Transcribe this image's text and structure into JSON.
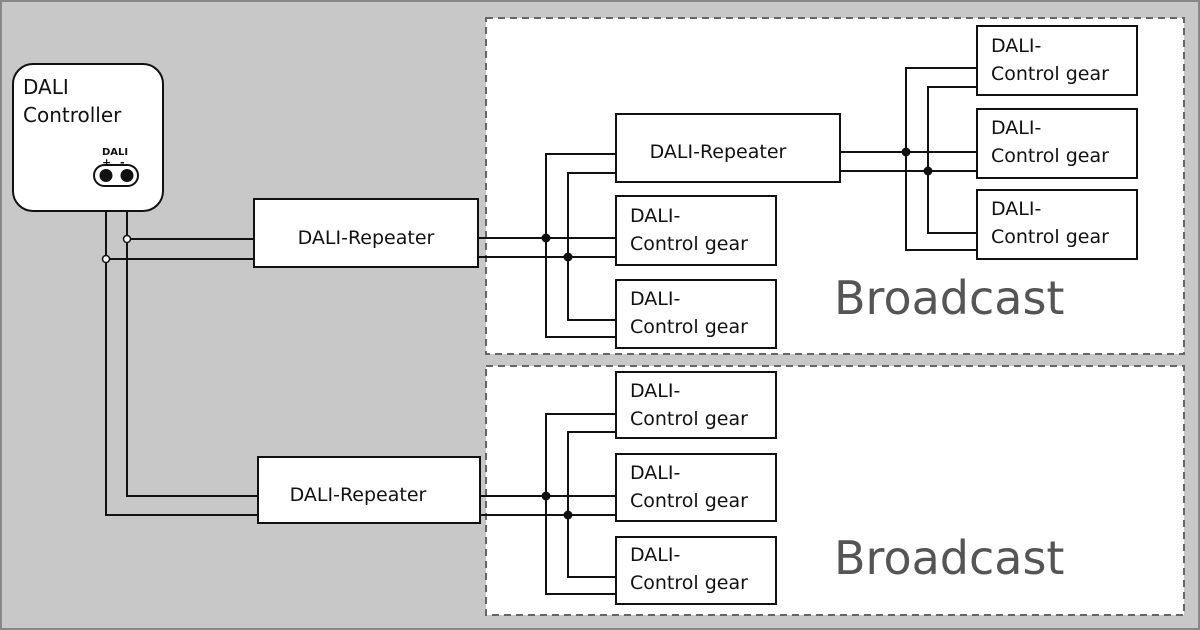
{
  "controller": {
    "title_line1": "DALI",
    "title_line2": "Controller",
    "terminal_label": "DALI",
    "plus": "+",
    "minus": "-"
  },
  "repeater_label": "DALI-Repeater",
  "control_gear": {
    "line1": "DALI-",
    "line2": "Control gear"
  },
  "zones": [
    {
      "label": "Broadcast"
    },
    {
      "label": "Broadcast"
    }
  ]
}
